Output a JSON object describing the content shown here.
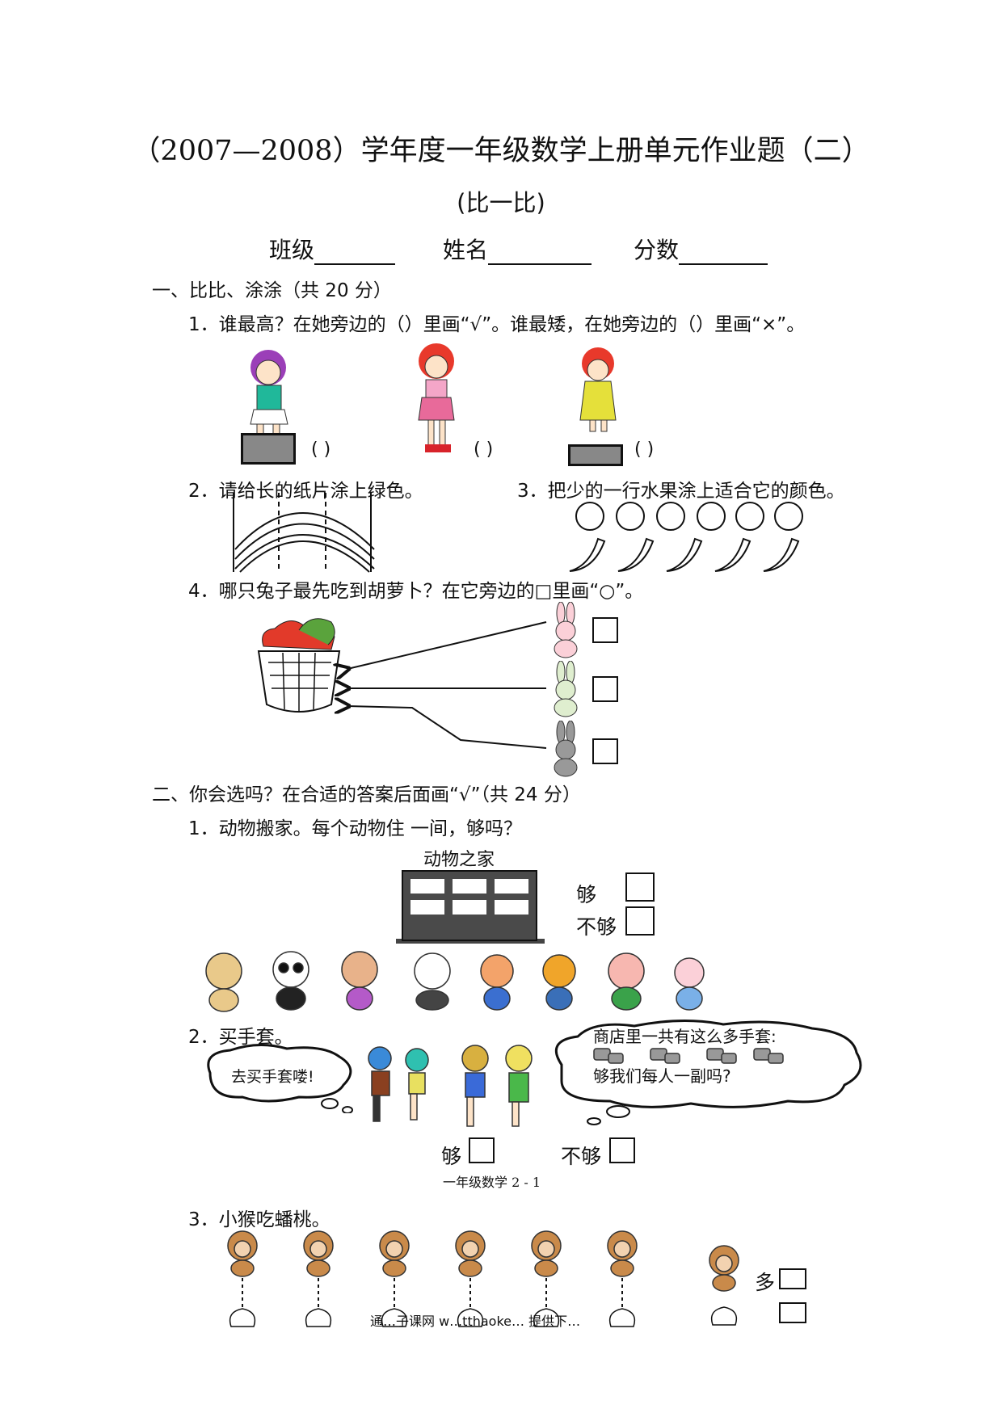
{
  "header": {
    "title": "（2007—2008）学年度一年级数学上册单元作业题（二）",
    "subtitle": "(比一比)",
    "class_label": "班级",
    "name_label": "姓名",
    "score_label": "分数"
  },
  "section1": {
    "heading": "一、比比、涂涂（共 20 分）",
    "q1": "1．谁最高？在她旁边的（）里画“√”。谁最矮，在她旁边的（）里画“×”。",
    "paren": "(      )",
    "q2": "2．请给长的纸片涂上绿色。",
    "q3": "3．把少的一行水果涂上适合它的颜色。",
    "q4": "4．哪只兔子最先吃到胡萝卜？在它旁边的□里画“○”。"
  },
  "section2": {
    "heading": "二、你会选吗？在合适的答案后面画“√”（共 24 分）",
    "q1": "1．动物搬家。每个动物住 一间，够吗？",
    "house_label": "动物之家",
    "enough": "够",
    "not_enough": "不够",
    "q2": "2．买手套。",
    "bubble_left": "去买手套喽!",
    "bubble_right_line1": "商店里一共有这么多手套:",
    "bubble_right_line2": "够我们每人一副吗?",
    "enough2": "够",
    "not_enough2": "不够",
    "q3": "3．小猴吃蟠桃。",
    "more": "多"
  },
  "footer": {
    "page_label": "一年级数学 2 - 1",
    "watermark": "通…子课网   w…tthaoke…   提供下…"
  }
}
